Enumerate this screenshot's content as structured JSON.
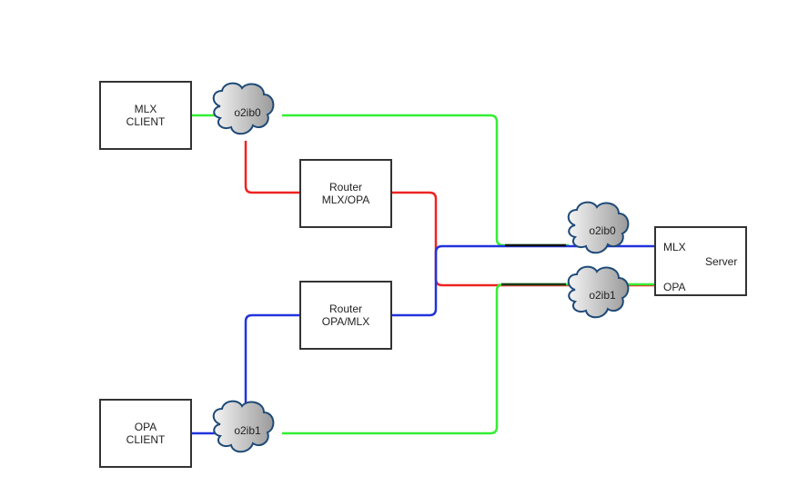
{
  "colors": {
    "green": "#33ee33",
    "red": "#ee2222",
    "blue": "#2233dd",
    "cloud_stroke": "#1f4a78",
    "box_stroke": "#333333"
  },
  "nodes": {
    "mlx_client": {
      "line1": "MLX",
      "line2": "CLIENT"
    },
    "opa_client": {
      "line1": "OPA",
      "line2": "CLIENT"
    },
    "router_mlx_opa": {
      "line1": "Router",
      "line2": "MLX/OPA"
    },
    "router_opa_mlx": {
      "line1": "Router",
      "line2": "OPA/MLX"
    },
    "server": {
      "title": "Server",
      "port_mlx": "MLX",
      "port_opa": "OPA"
    }
  },
  "clouds": {
    "client_top": "o2ib0",
    "client_bottom": "o2ib1",
    "server_top": "o2ib0",
    "server_bottom": "o2ib1"
  }
}
